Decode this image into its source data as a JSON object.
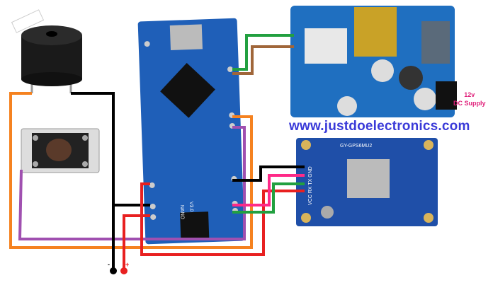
{
  "website": "www.justdoelectronics.com",
  "supply": {
    "voltage": "12v",
    "label": "DC Supply"
  },
  "polarity": {
    "negative": "-",
    "positive": "+"
  },
  "nano": {
    "model": "NANO",
    "version": "V3.0"
  },
  "gps": {
    "model": "GY-GPS6MU2",
    "pins": "VCC RX TX GND"
  },
  "colors": {
    "board_blue": "#1f5fb8",
    "site_text": "#3a3ad8",
    "supply_text": "#e0207a"
  }
}
